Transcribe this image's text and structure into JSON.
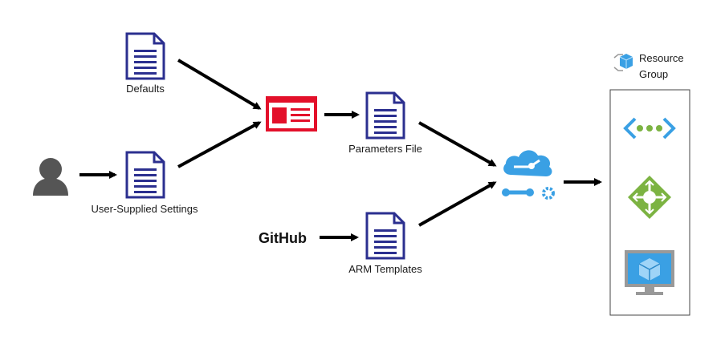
{
  "nodes": {
    "defaults": {
      "label": "Defaults"
    },
    "user_settings": {
      "label": "User-Supplied  Settings"
    },
    "parameters_file": {
      "label": "Parameters File"
    },
    "arm_templates": {
      "label": "ARM Templates"
    },
    "github": {
      "label": "GitHub"
    },
    "resource_group": {
      "label_line1": "Resource",
      "label_line2": "Group"
    }
  },
  "icons": {
    "document": "document-icon",
    "user": "user-icon",
    "form": "form-icon",
    "deploy": "azure-deployment-icon",
    "github": "github-wordmark",
    "vnet": "virtual-network-icon",
    "load_balancer": "load-balancer-icon",
    "vm": "virtual-machine-icon",
    "resource_group": "resource-group-icon"
  },
  "colors": {
    "doc_blue": "#2b2f8f",
    "form_red": "#e3102a",
    "azure_blue": "#3aa0e4",
    "lb_green": "#7cb342",
    "user_gray": "#555555",
    "arrow": "#000000"
  }
}
